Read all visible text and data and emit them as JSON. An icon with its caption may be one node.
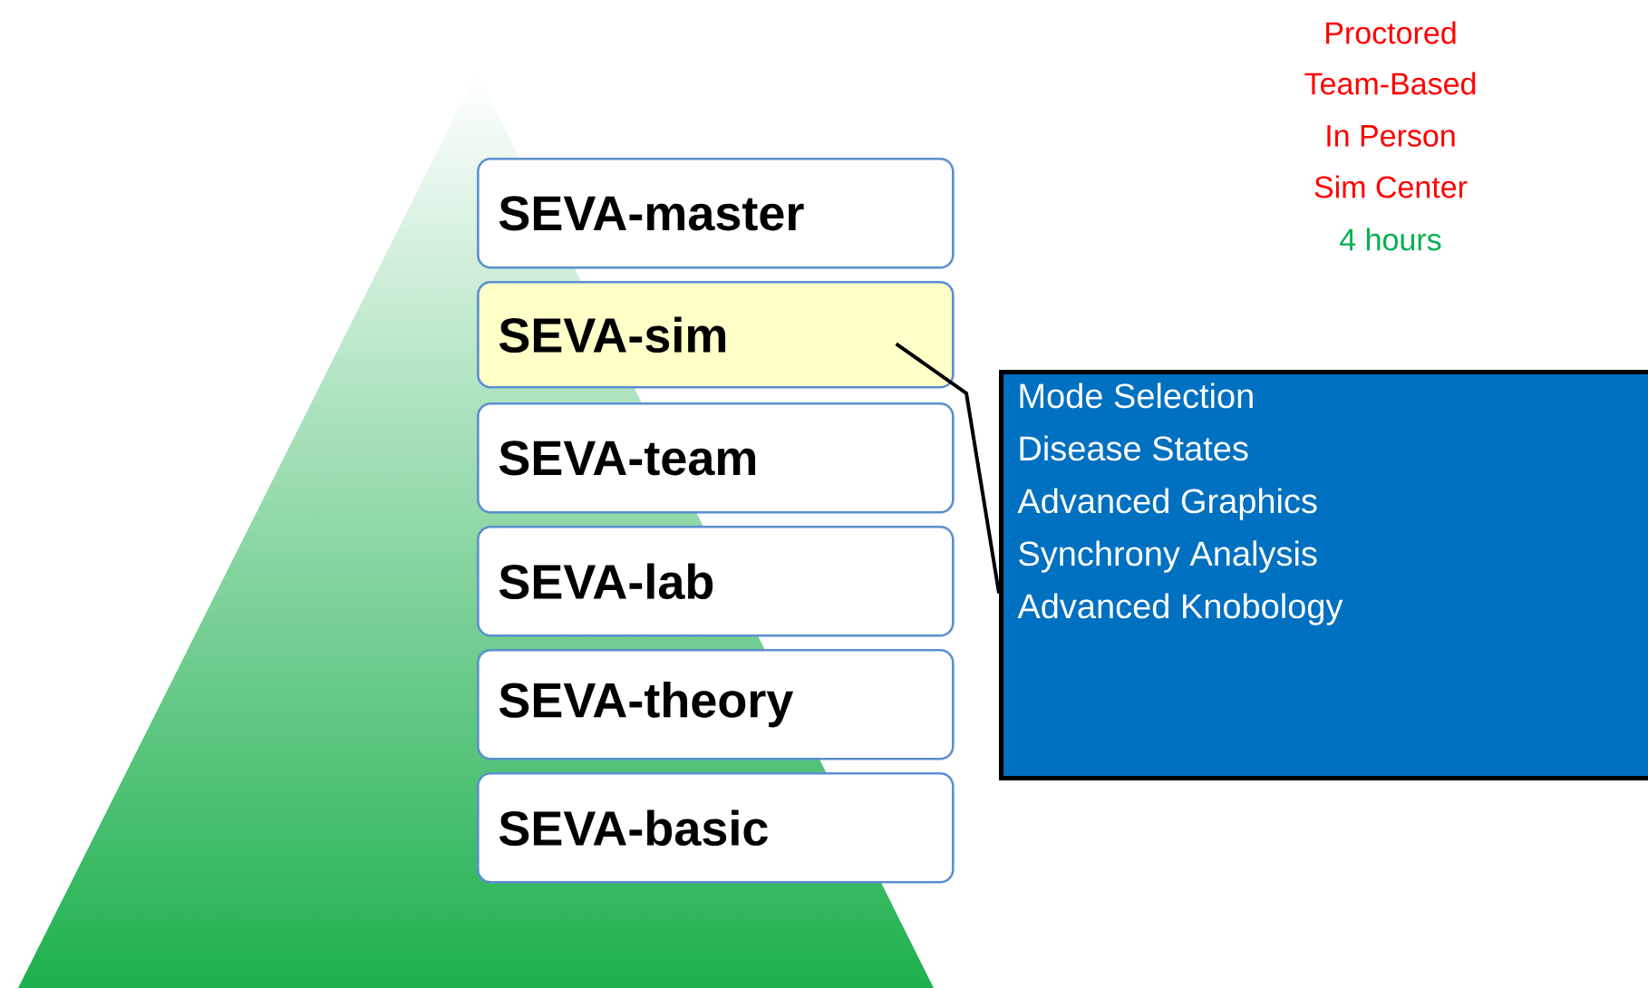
{
  "diagram": {
    "nodes": [
      {
        "text": [
          "SEVA-master"
        ]
      },
      {
        "text": [
          "SEVA-sim"
        ]
      },
      {
        "text": [
          "SEVA-team"
        ]
      },
      {
        "text": [
          "SEVA-lab"
        ]
      },
      {
        "text": [
          "SEVA-theory"
        ]
      },
      {
        "text": [
          "SEVA-basic"
        ]
      },
      {
        "text": [
          "Mode Selection",
          "Disease States",
          "Advanced Graphics",
          "Synchrony Analysis",
          "Advanced Knobology"
        ]
      }
    ],
    "edges": [
      {
        "from": 1,
        "to": 6,
        "arrow": "none"
      }
    ],
    "labels": [
      "Proctored",
      "Team-Based",
      "In Person",
      "Sim Center",
      "4 hours"
    ]
  }
}
